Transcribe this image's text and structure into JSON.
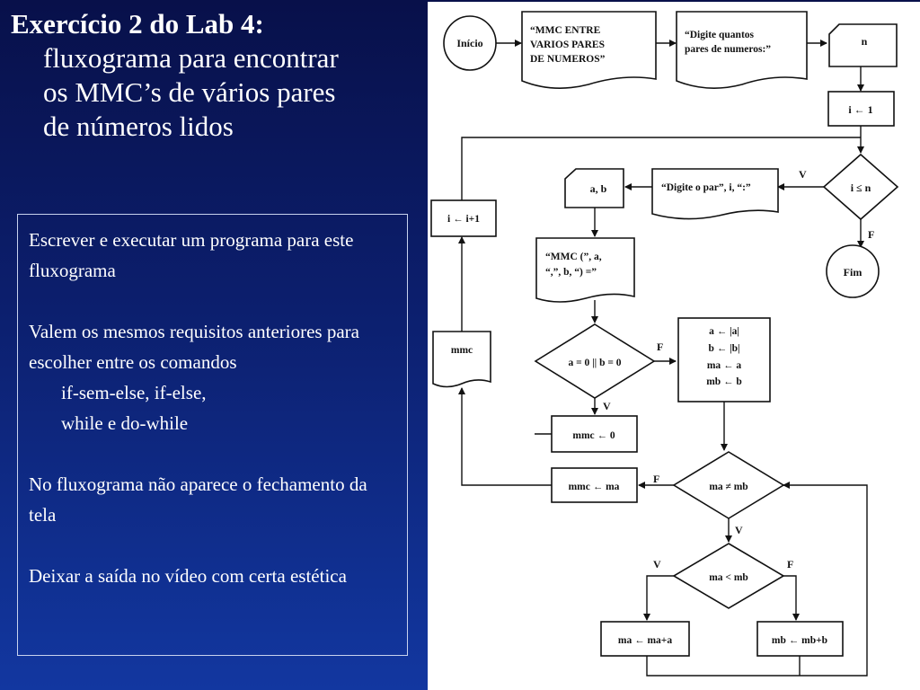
{
  "slide": {
    "title_bold": "Exercício 2 do Lab 4:",
    "title_lines": [
      "fluxograma para encontrar",
      "os MMC’s de vários pares",
      "de números lidos"
    ],
    "paragraphs": {
      "p1": "Escrever e executar um programa para este fluxograma",
      "p2": "Valem os mesmos requisitos anteriores para escolher entre os comandos",
      "p2_line1": "if-sem-else, if-else,",
      "p2_line2": "while e do-while",
      "p3": "No fluxograma não aparece o fechamento da tela",
      "p4": "Deixar a saída no vídeo com certa estética"
    }
  },
  "flowchart": {
    "inicio": "Início",
    "out_title": [
      "“MMC ENTRE",
      "VARIOS PARES",
      "DE NUMEROS”"
    ],
    "out_prompt_n": [
      "“Digite quantos",
      "pares de numeros:”"
    ],
    "in_n": "n",
    "init_i": "i ← 1",
    "cond_loop": "i ≤ n",
    "label_v": "V",
    "label_f": "F",
    "fim": "Fim",
    "out_prompt_pair": "“Digite o par”, i, “:”",
    "in_ab": "a, b",
    "out_mmc": [
      "“MMC (”, a,",
      "“,”, b, “) =”"
    ],
    "cond_zero": "a = 0 || b = 0",
    "abs_block": [
      "a ← |a|",
      "b ← |b|",
      "ma ← a",
      "mb ← b"
    ],
    "mmc_zero": "mmc ← 0",
    "cond_neq": "ma ≠ mb",
    "mmc_ma": "mmc ← ma",
    "out_mmc_val": "mmc",
    "inc_i": "i ← i+1",
    "cond_less": "ma < mb",
    "inc_ma": "ma ← ma+a",
    "inc_mb": "mb ← mb+b"
  }
}
